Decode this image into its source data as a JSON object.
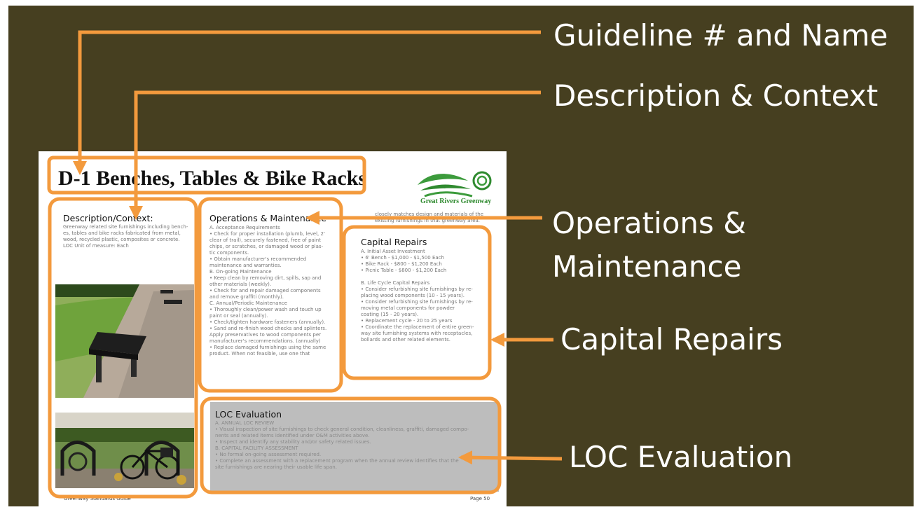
{
  "callouts": {
    "guideline": "Guideline # and Name",
    "description": "Description & Context",
    "operations_line1": "Operations &",
    "operations_line2": "Maintenance",
    "capital": "Capital Repairs",
    "loc": "LOC Evaluation"
  },
  "document": {
    "title": "D-1 Benches, Tables & Bike Racks",
    "logo_text": "Great Rivers Greenway",
    "description": {
      "heading": "Description/Context:",
      "lines": [
        "Greenway related site furnishings including bench-",
        "es, tables and bike racks fabricated from metal,",
        "wood, recycled plastic, composites or concrete.",
        "LOC Unit of measure: Each"
      ]
    },
    "operations": {
      "heading": "Operations & Maintenance",
      "lines": [
        "A.   Acceptance Requirements",
        "       • Check for proper installation (plumb, level, 2'",
        "         clear of trail), securely fastened, free of paint",
        "         chips, or scratches, or damaged wood or plas-",
        "         tic components.",
        "       • Obtain manufacturer's recommended",
        "         maintenance and warranties.",
        "B.   On-going Maintenance",
        "       • Keep clean by removing dirt, spills, sap and",
        "         other materials (weekly).",
        "       • Check for and repair damaged components",
        "         and remove graffiti (monthly).",
        "C.   Annual/Periodic Maintenance",
        "       • Thoroughly clean/power wash and touch up",
        "         paint or seal (annually).",
        "       • Check/tighten hardware fasteners (annually).",
        "       • Sand and re-finish wood checks and splinters.",
        "         Apply preservatives to wood components per",
        "         manufacturer's recommendations. (annually)",
        "       • Replace damaged furnishings using the same",
        "         product. When not feasible, use one that"
      ]
    },
    "continued": {
      "lines": [
        "closely matches design and materials of the",
        "existing furnishings in that greenway area."
      ]
    },
    "capital": {
      "heading": "Capital Repairs",
      "lines": [
        "A.   Initial Asset Investment",
        "       • 6' Bench - $1,000 - $1,500 Each",
        "       • Bike Rack - $800 - $1,200 Each",
        "       • Picnic Table - $800 - $1,200 Each",
        "",
        "B.   Life Cycle Capital Repairs",
        "       • Consider refurbishing site furnishings by re-",
        "         placing wood components (10 - 15 years).",
        "       • Consider refurbishing site furnishings by re-",
        "         moving metal components for powder",
        "         coating (15 - 20 years).",
        "       • Replacement cycle - 20 to 25 years",
        "       • Coordinate the replacement of entire green-",
        "         way site furnishing systems with receptacles,",
        "         bollards and other related elements."
      ]
    },
    "loc": {
      "heading": "LOC Evaluation",
      "lines": [
        "A.   ANNUAL LOC REVIEW",
        "       • Visual inspection of site furnishings to check general condition, cleanliness, graffiti, damaged compo-",
        "         nents and related items identified under O&M activities above.",
        "       • Inspect and identify any stability and/or safety related issues.",
        "B.   CAPITAL FACILITY ASSESSMENT",
        "       • No formal on-going assessment required.",
        "       • Complete an assessment with a replacement program when the annual review identifies that the",
        "         site furnishings are nearing their usable life span."
      ]
    },
    "footer_left": "Greenway Standards Guide",
    "footer_right": "Page 50"
  },
  "colors": {
    "background": "#463f20",
    "annotation_orange": "#f39a3d",
    "callout_text": "#ffffff",
    "logo_green": "#2f8a2f"
  },
  "icons": [
    "great-rivers-greenway-logo",
    "bench-photo",
    "bike-rack-photo"
  ]
}
